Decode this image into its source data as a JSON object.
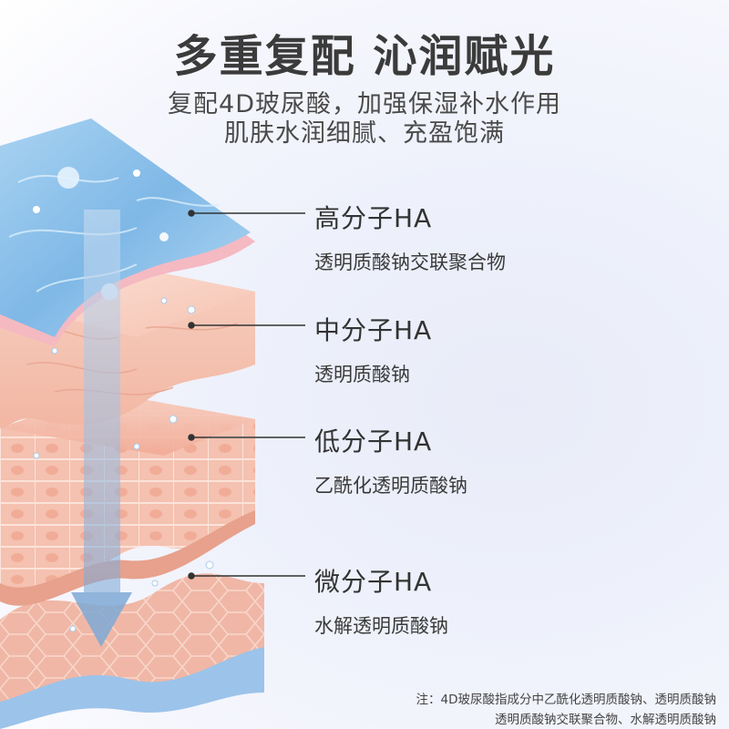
{
  "headline": "多重复配 沁润赋光",
  "subline": {
    "line1": "复配4D玻尿酸，加强保湿补水作用",
    "line2": "肌肤水润细腻、充盈饱满"
  },
  "layers": [
    {
      "name": "高分子HA",
      "desc": "透明质酸钠交联聚合物"
    },
    {
      "name": "中分子HA",
      "desc": "透明质酸钠"
    },
    {
      "name": "低分子HA",
      "desc": "乙酰化透明质酸钠"
    },
    {
      "name": "微分子HA",
      "desc": "水解透明质酸钠"
    }
  ],
  "note": {
    "line1": "注：4D玻尿酸指成分中乙酰化透明质酸钠、透明质酸钠",
    "line2": "透明质酸钠交联聚合物、水解透明质酸钠"
  },
  "colors": {
    "water_layer": "#7fb8e6",
    "skin_top": "#f6c3b2",
    "skin_cells": "#f2a690",
    "base_layer": "#9cc3ea",
    "arrow": "#8fb6de"
  }
}
